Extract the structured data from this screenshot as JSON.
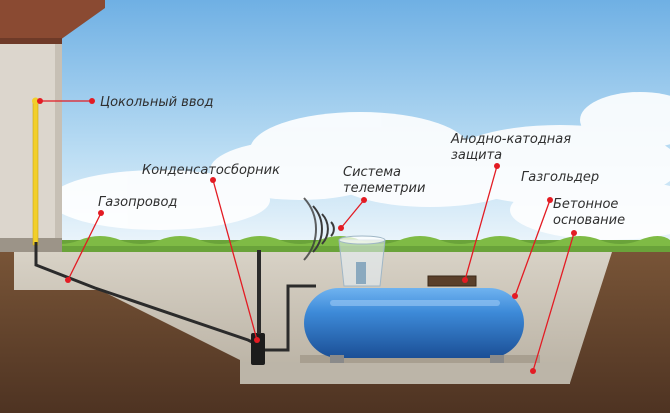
{
  "labels": {
    "tsokolny_vvod": "Цокольный ввод",
    "kondensatosbornik": "Конденсатосборник",
    "gazoprovod": "Газопровод",
    "sistema_line1": "Система",
    "sistema_line2": "телеметрии",
    "anodno_line1": "Анодно-катодная",
    "anodno_line2": "защита",
    "gazgolder": "Газгольдер",
    "betonnoe_line1": "Бетонное",
    "betonnoe_line2": "основание"
  },
  "colors": {
    "sky_top": "#7bb6e6",
    "sky_bottom": "#e9f4fb",
    "soil": "#6b4a34",
    "pit": "#c9c2b5",
    "grass": "#6aa33a",
    "tank": "#2f76c7",
    "pipe": "#2b2b2b",
    "gas_pipe_yellow": "#f2cf2b",
    "pointer": "#e31b23",
    "house_wall": "#d9d4cc",
    "roof": "#8a4a32"
  },
  "icons": {
    "signal": "wifi-waves-icon",
    "marker": "red-dot-icon"
  }
}
